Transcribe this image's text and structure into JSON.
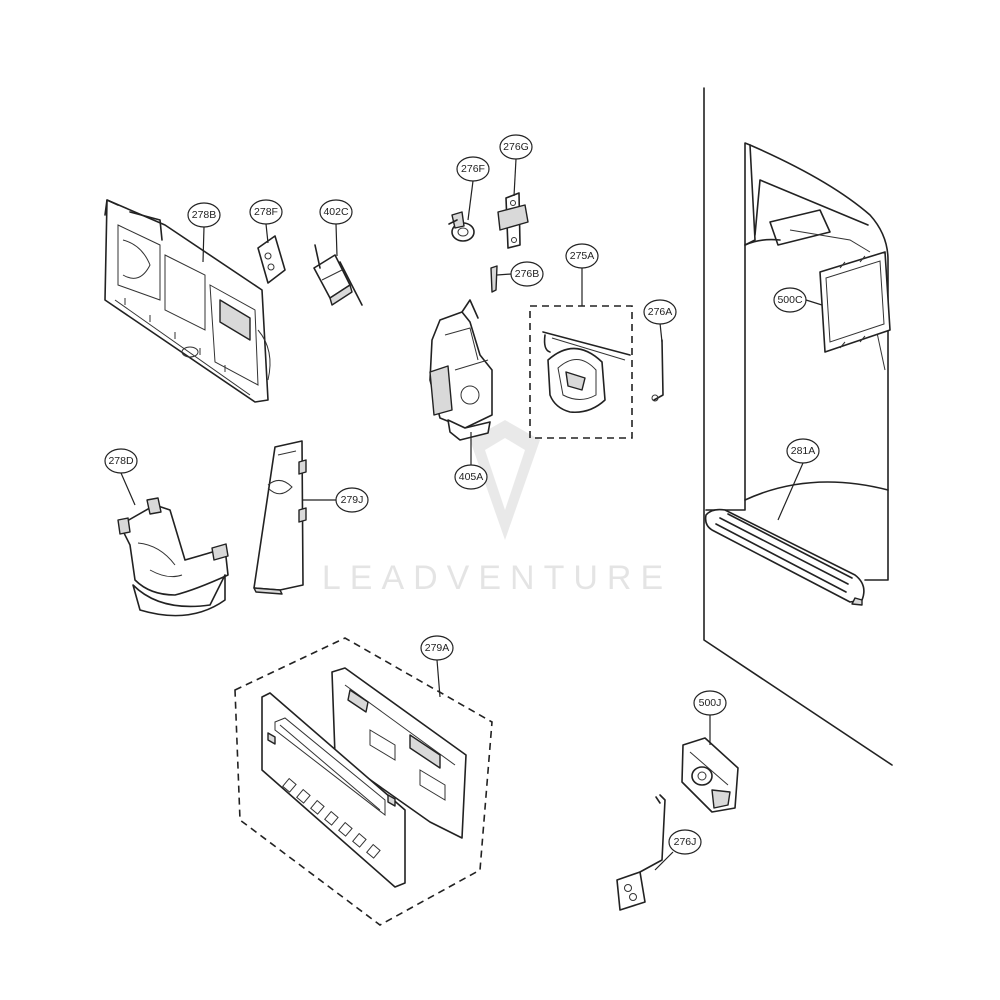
{
  "watermark": {
    "text": "LEADVENTURE"
  },
  "callouts": [
    {
      "id": "278B",
      "label": "278B"
    },
    {
      "id": "278F",
      "label": "278F"
    },
    {
      "id": "402C",
      "label": "402C"
    },
    {
      "id": "276F",
      "label": "276F"
    },
    {
      "id": "276G",
      "label": "276G"
    },
    {
      "id": "276B",
      "label": "276B"
    },
    {
      "id": "275A",
      "label": "275A"
    },
    {
      "id": "276A",
      "label": "276A"
    },
    {
      "id": "405A",
      "label": "405A"
    },
    {
      "id": "500C",
      "label": "500C"
    },
    {
      "id": "281A",
      "label": "281A"
    },
    {
      "id": "278D",
      "label": "278D"
    },
    {
      "id": "279J",
      "label": "279J"
    },
    {
      "id": "279A",
      "label": "279A"
    },
    {
      "id": "500J",
      "label": "500J"
    },
    {
      "id": "276J",
      "label": "276J"
    }
  ]
}
